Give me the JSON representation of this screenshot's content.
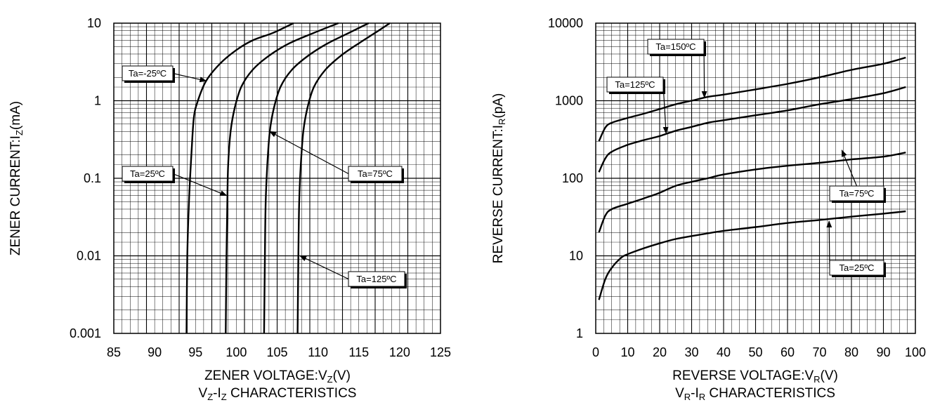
{
  "chart_data": [
    {
      "type": "line",
      "title": "VZ-IZ CHARACTERISTICS",
      "title_parts": {
        "pre": "V",
        "sub1": "Z",
        "mid": "-I",
        "sub2": "Z",
        "post": " CHARACTERISTICS"
      },
      "xlabel": "ZENER VOLTAGE:VZ(V)",
      "xlabel_parts": {
        "pre": "ZENER VOLTAGE:V",
        "sub": "Z",
        "post": "(V)"
      },
      "ylabel": "ZENER CURRENT:IZ(mA)",
      "ylabel_parts": {
        "pre": "ZENER CURRENT:I",
        "sub": "Z",
        "post": "(mA)"
      },
      "xlim": [
        85,
        125
      ],
      "ylim": [
        0.001,
        10
      ],
      "yscale": "log",
      "grid": true,
      "x_ticks": [
        "85",
        "90",
        "95",
        "100",
        "105",
        "110",
        "115",
        "120",
        "125"
      ],
      "y_ticks": [
        "0.001",
        "0.01",
        "0.1",
        "1",
        "10"
      ],
      "series": [
        {
          "name": "Ta=-25ºC",
          "points": [
            [
              93.9,
              0.001
            ],
            [
              94.0,
              0.01
            ],
            [
              94.2,
              0.05
            ],
            [
              94.5,
              0.2
            ],
            [
              94.8,
              0.6
            ],
            [
              95.3,
              1
            ],
            [
              96.3,
              1.8
            ],
            [
              98,
              3
            ],
            [
              100,
              4.5
            ],
            [
              102,
              6
            ],
            [
              104.5,
              7.5
            ],
            [
              107,
              10
            ]
          ]
        },
        {
          "name": "Ta=25ºC",
          "points": [
            [
              98.7,
              0.001
            ],
            [
              98.8,
              0.01
            ],
            [
              98.9,
              0.05
            ],
            [
              99.0,
              0.15
            ],
            [
              99.3,
              0.4
            ],
            [
              99.8,
              0.8
            ],
            [
              100.6,
              1.5
            ],
            [
              102,
              2.5
            ],
            [
              104,
              3.8
            ],
            [
              106.5,
              5.5
            ],
            [
              109.5,
              7.5
            ],
            [
              112.5,
              10
            ]
          ]
        },
        {
          "name": "Ta=75ºC",
          "points": [
            [
              103.4,
              0.001
            ],
            [
              103.5,
              0.01
            ],
            [
              103.6,
              0.05
            ],
            [
              103.8,
              0.15
            ],
            [
              104.1,
              0.4
            ],
            [
              104.6,
              0.8
            ],
            [
              105.4,
              1.5
            ],
            [
              106.8,
              2.5
            ],
            [
              108.8,
              3.8
            ],
            [
              111.2,
              5.5
            ],
            [
              113.8,
              7.5
            ],
            [
              116.2,
              10
            ]
          ]
        },
        {
          "name": "Ta=125ºC",
          "points": [
            [
              107.5,
              0.001
            ],
            [
              107.6,
              0.01
            ],
            [
              107.7,
              0.05
            ],
            [
              107.9,
              0.15
            ],
            [
              108.2,
              0.4
            ],
            [
              108.7,
              0.8
            ],
            [
              109.5,
              1.5
            ],
            [
              110.9,
              2.5
            ],
            [
              112.8,
              3.8
            ],
            [
              115.0,
              5.5
            ],
            [
              117.0,
              7.5
            ],
            [
              118.8,
              10
            ]
          ]
        }
      ],
      "annotations": [
        {
          "text": "Ta=-25ºC",
          "target": [
            96.3,
            1.8
          ]
        },
        {
          "text": "Ta=25ºC",
          "target": [
            98.8,
            0.06
          ]
        },
        {
          "text": "Ta=75ºC",
          "target": [
            104.1,
            0.4
          ]
        },
        {
          "text": "Ta=125ºC",
          "target": [
            107.8,
            0.01
          ]
        }
      ]
    },
    {
      "type": "line",
      "title": "VR-IR CHARACTERISTICS",
      "title_parts": {
        "pre": "V",
        "sub1": "R",
        "mid": "-I",
        "sub2": "R",
        "post": " CHARACTERISTICS"
      },
      "xlabel": "REVERSE VOLTAGE:VR(V)",
      "xlabel_parts": {
        "pre": "REVERSE VOLTAGE:V",
        "sub": "R",
        "post": "(V)"
      },
      "ylabel": "REVERSE CURRENT:IR(pA)",
      "ylabel_parts": {
        "pre": "REVERSE CURRENT:I",
        "sub": "R",
        "post": "(pA)"
      },
      "xlim": [
        0,
        100
      ],
      "ylim": [
        1,
        10000
      ],
      "yscale": "log",
      "grid": true,
      "x_ticks": [
        "0",
        "10",
        "20",
        "30",
        "40",
        "50",
        "60",
        "70",
        "80",
        "90",
        "100"
      ],
      "y_ticks": [
        "1",
        "10",
        "100",
        "1000",
        "10000"
      ],
      "series": [
        {
          "name": "Ta=150ºC",
          "points": [
            [
              1,
              300
            ],
            [
              3,
              450
            ],
            [
              5,
              520
            ],
            [
              10,
              600
            ],
            [
              15,
              680
            ],
            [
              20,
              780
            ],
            [
              25,
              900
            ],
            [
              30,
              1000
            ],
            [
              35,
              1120
            ],
            [
              40,
              1200
            ],
            [
              50,
              1400
            ],
            [
              60,
              1650
            ],
            [
              70,
              2000
            ],
            [
              80,
              2500
            ],
            [
              90,
              3000
            ],
            [
              97,
              3600
            ]
          ]
        },
        {
          "name": "Ta=125ºC",
          "points": [
            [
              1,
              120
            ],
            [
              3,
              180
            ],
            [
              5,
              220
            ],
            [
              10,
              270
            ],
            [
              15,
              310
            ],
            [
              20,
              350
            ],
            [
              25,
              410
            ],
            [
              30,
              460
            ],
            [
              35,
              520
            ],
            [
              40,
              560
            ],
            [
              50,
              650
            ],
            [
              60,
              750
            ],
            [
              70,
              900
            ],
            [
              80,
              1050
            ],
            [
              90,
              1250
            ],
            [
              97,
              1500
            ]
          ]
        },
        {
          "name": "Ta=75ºC",
          "points": [
            [
              1,
              20
            ],
            [
              3,
              33
            ],
            [
              5,
              40
            ],
            [
              10,
              47
            ],
            [
              15,
              55
            ],
            [
              20,
              65
            ],
            [
              25,
              80
            ],
            [
              30,
              90
            ],
            [
              35,
              100
            ],
            [
              40,
              112
            ],
            [
              50,
              130
            ],
            [
              60,
              145
            ],
            [
              70,
              158
            ],
            [
              80,
              175
            ],
            [
              90,
              190
            ],
            [
              97,
              215
            ]
          ]
        },
        {
          "name": "Ta=25ºC",
          "points": [
            [
              1,
              2.7
            ],
            [
              3,
              5
            ],
            [
              5,
              7
            ],
            [
              8,
              9.5
            ],
            [
              10,
              10.5
            ],
            [
              15,
              12.5
            ],
            [
              20,
              14.5
            ],
            [
              25,
              16.5
            ],
            [
              30,
              18
            ],
            [
              35,
              19.5
            ],
            [
              40,
              21
            ],
            [
              50,
              23.5
            ],
            [
              60,
              26.5
            ],
            [
              70,
              29
            ],
            [
              80,
              32
            ],
            [
              90,
              35
            ],
            [
              97,
              37.5
            ]
          ]
        }
      ],
      "annotations": [
        {
          "text": "Ta=150ºC",
          "target": [
            34,
            1100
          ]
        },
        {
          "text": "Ta=125ºC",
          "target": [
            22,
            380
          ]
        },
        {
          "text": "Ta=75ºC",
          "target": [
            77,
            230
          ]
        },
        {
          "text": "Ta=25ºC",
          "target": [
            73,
            28
          ]
        }
      ]
    }
  ]
}
